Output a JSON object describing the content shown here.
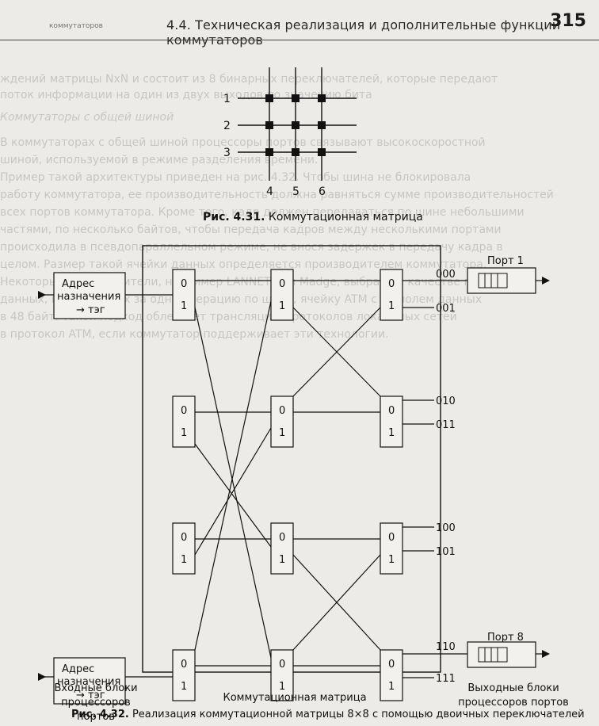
{
  "header": {
    "left_fragment": "коммутаторов",
    "section_title": "4.4. Техническая реализация и дополнительные функции коммутаторов",
    "page_number": "315"
  },
  "body_text": [
    "ждений матрицы NxN и состоит из 8 бинарных переключателей, которые передают",
    "поток информации на один из двух выходов по значению бита",
    "Коммутаторы с общей шиной",
    "В коммутаторах с общей шиной процессоры портов связывают высокоскоростной",
    "шиной, используемой в режиме разделения времени.",
    "Пример такой архитектуры приведен на рис. 4.32. Чтобы шина не блокировала",
    "работу коммутатора, ее производительность должна равняться сумме производительностей",
    "всех портов коммутатора. Кроме того, кадр должен передаваться по шине небольшими",
    "частями, по несколько байтов, чтобы передача кадров между несколькими портами",
    "происходила в псевдопараллельном режиме, не внося задержек в передачу кадра в",
    "целом. Размер такой ячейки данных определяется производителем коммутатора.",
    "Некоторые производители, например LANNET или Madge, выбрали в качестве порции",
    "данных, переносимых за одну операцию по шине, ячейку ATM с ее полем данных",
    "в 48 байт. Такой подход облегчает трансляцию протоколов локальных сетей",
    "в протокол ATM, если коммутатор поддерживает эти технологии."
  ],
  "fig431": {
    "caption_num": "Рис. 4.31.",
    "caption_text": "Коммутационная матрица",
    "row_labels": [
      "1",
      "2",
      "3"
    ],
    "col_labels": [
      "4",
      "5",
      "6"
    ]
  },
  "fig432": {
    "caption_num": "Рис. 4.32.",
    "caption_text": "Реализация коммутационной матрицы 8×8 с помощью двоичных переключателей",
    "addr_box": [
      "Адрес",
      "назначения",
      "→ тэг"
    ],
    "switch_labels": [
      "0",
      "1"
    ],
    "out_codes": [
      "000",
      "001",
      "010",
      "011",
      "100",
      "101",
      "110",
      "111"
    ],
    "port_top": "Порт 1",
    "port_bottom": "Порт 8",
    "label_inputs": [
      "Входные блоки",
      "процессоров портов"
    ],
    "label_matrix": "Коммутационная матрица",
    "label_outputs": [
      "Выходные блоки",
      "процессоров портов"
    ]
  }
}
